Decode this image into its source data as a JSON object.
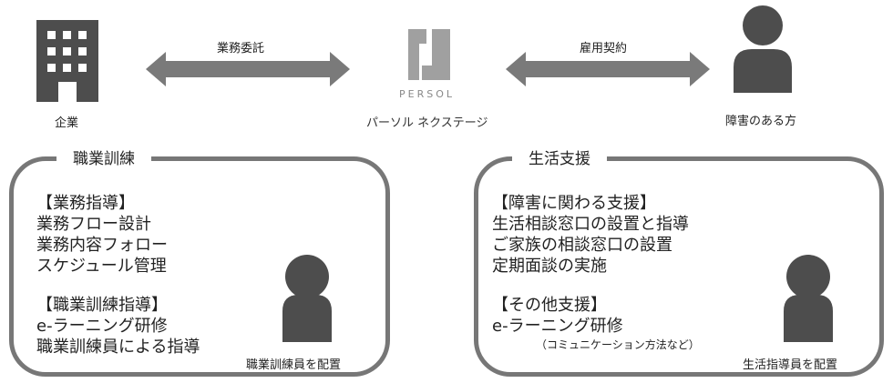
{
  "top": {
    "company": "企業",
    "outsourcing": "業務委託",
    "logo_text": "PERSOL",
    "center": "パーソル ネクステージ",
    "employment": "雇用契約",
    "person": "障害のある方"
  },
  "left_box": {
    "title": "職業訓練",
    "lines": [
      "【業務指導】",
      "業務フロー設計",
      "業務内容フォロー",
      "スケジュール管理",
      "",
      "【職業訓練指導】",
      "e-ラーニング研修",
      "職業訓練員による指導"
    ],
    "caption": "職業訓練員を配置"
  },
  "right_box": {
    "title": "生活支援",
    "lines": [
      "【障害に関わる支援】",
      "生活相談窓口の設置と指導",
      "ご家族の相談窓口の設置",
      "定期面談の実施",
      "",
      "【その他支援】",
      "e-ラーニング研修"
    ],
    "note": "（コミュニケーション方法など）",
    "caption": "生活指導員を配置"
  },
  "colors": {
    "icon": "#4d4d4d",
    "arrow": "#7a7a7a",
    "logo": "#a0a0a0",
    "border": "#777777"
  }
}
